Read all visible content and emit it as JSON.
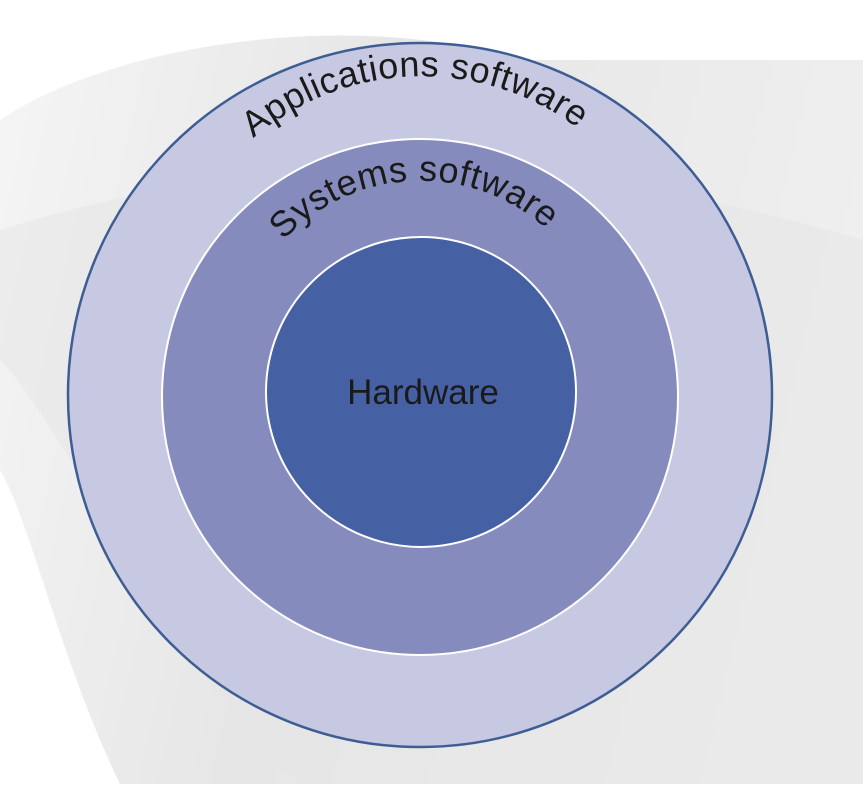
{
  "diagram": {
    "layers": [
      {
        "key": "outer",
        "label": "Applications software",
        "fill": "#c7c9e2",
        "stroke": "#3d5d94"
      },
      {
        "key": "middle",
        "label": "Systems software",
        "fill": "#868bbd",
        "stroke": "#ffffff"
      },
      {
        "key": "inner",
        "label": "Hardware",
        "fill": "#4661a3",
        "stroke": "#ffffff"
      }
    ],
    "text_color": "#1a1a1a"
  }
}
